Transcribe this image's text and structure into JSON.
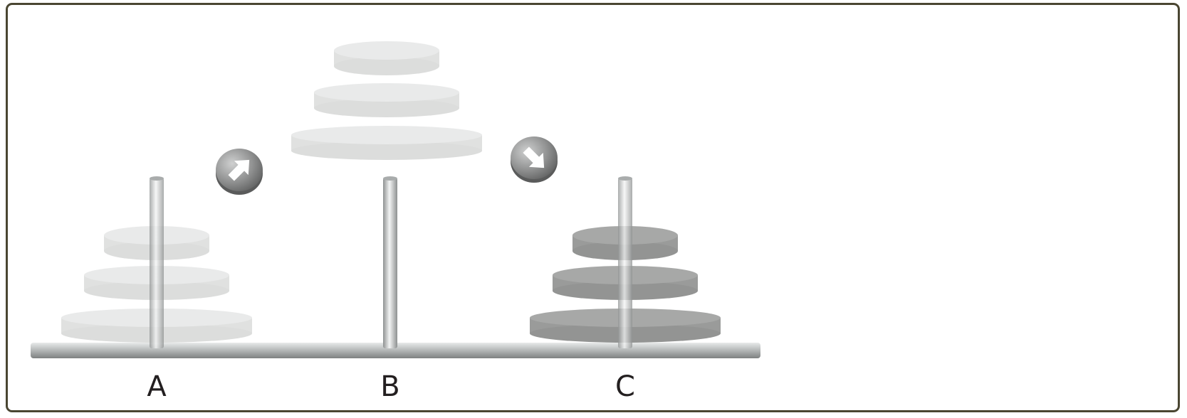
{
  "pegs": [
    {
      "id": "A",
      "label": "A",
      "disks": 3,
      "state": "source"
    },
    {
      "id": "B",
      "label": "B",
      "disks": 0,
      "state": "lifted",
      "lifted_disks": 3
    },
    {
      "id": "C",
      "label": "C",
      "disks": 3,
      "state": "target"
    }
  ],
  "arrows": [
    {
      "name": "arrow-up-right-icon",
      "direction": "up-right",
      "from": "A",
      "to": "B"
    },
    {
      "name": "arrow-down-right-icon",
      "direction": "down-right",
      "from": "B",
      "to": "C"
    }
  ],
  "colors": {
    "frame_border": "#4a4632",
    "ghost_disk": "#e0e1e0",
    "solid_disk": "#9a9b9a",
    "rod": "#c9cbcb",
    "label_text": "#231f20",
    "arrow_button": "#8e8f8f"
  }
}
